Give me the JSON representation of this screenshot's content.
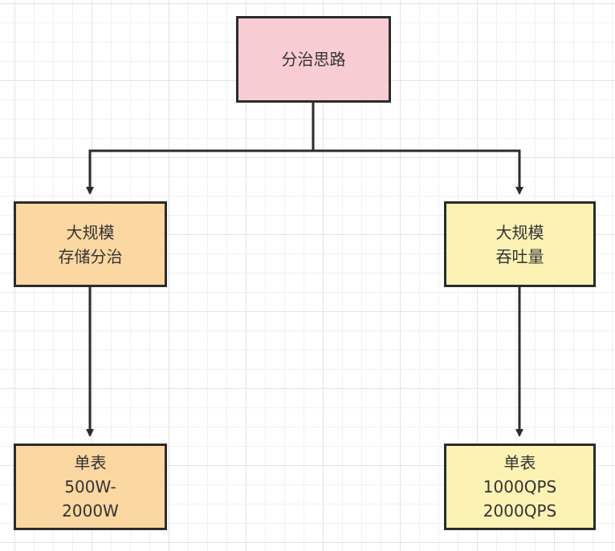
{
  "diagram": {
    "nodes": [
      {
        "id": "root",
        "label": "分治思路"
      },
      {
        "id": "left1",
        "label": "大规模\n存储分治"
      },
      {
        "id": "right1",
        "label": "大规模\n吞吐量"
      },
      {
        "id": "left2",
        "label": "单表\n500W-\n2000W"
      },
      {
        "id": "right2",
        "label": "单表\n1000QPS\n2000QPS"
      }
    ],
    "edges": [
      {
        "from": "root",
        "to": "left1"
      },
      {
        "from": "root",
        "to": "right1"
      },
      {
        "from": "left1",
        "to": "left2"
      },
      {
        "from": "right1",
        "to": "right2"
      }
    ],
    "colors": {
      "root": "#f8ccd3",
      "storage": "#fbd7a1",
      "throughput": "#fbf2b4",
      "line": "#2b2b2b"
    }
  }
}
